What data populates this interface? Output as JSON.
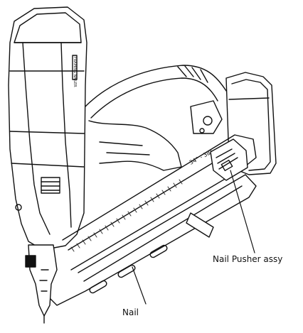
{
  "diagram": {
    "callouts": [
      {
        "id": "pusher",
        "label": "Nail Pusher assy"
      },
      {
        "id": "nail",
        "label": "Nail"
      }
    ],
    "nose_marks": "34° - 38°",
    "body_brand": "FRAMING NAILER",
    "colors": {
      "line": "#111111",
      "fill": "#ffffff",
      "hatch": "#333333"
    }
  }
}
